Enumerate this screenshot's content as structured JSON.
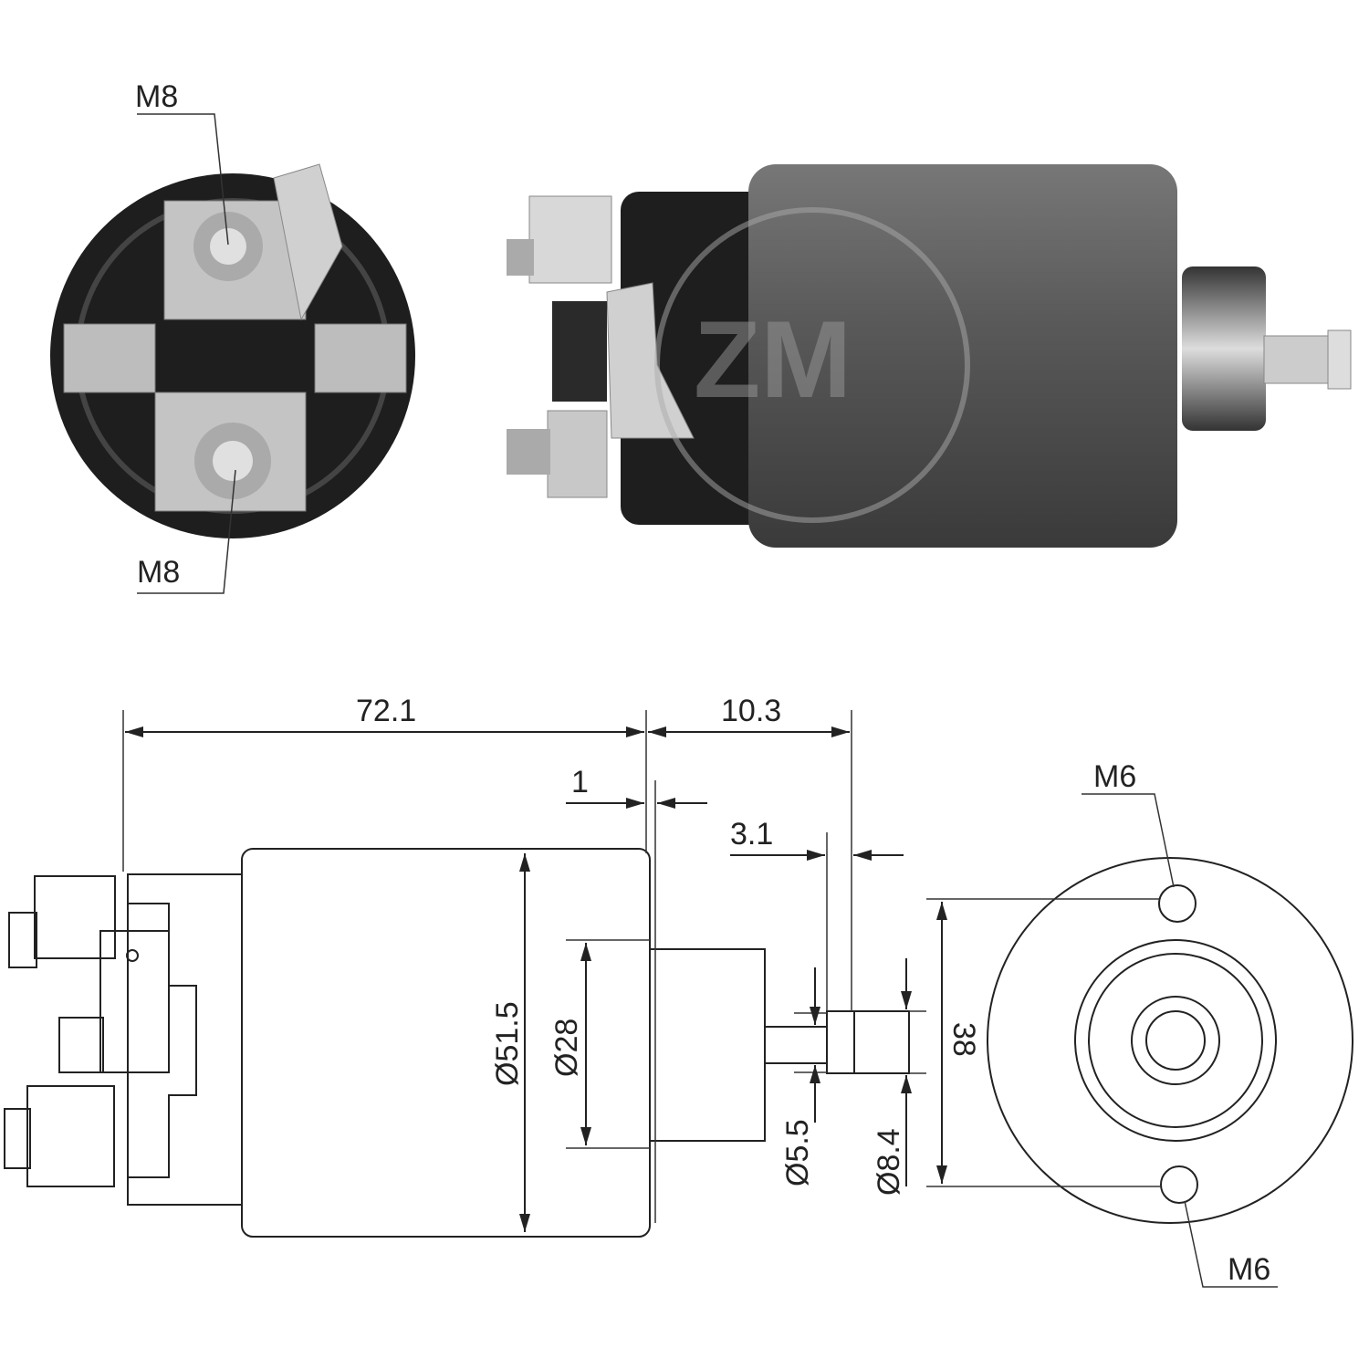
{
  "top_end_view": {
    "label_top": "M8",
    "label_bottom": "M8"
  },
  "watermark": "ZM",
  "dimensions": {
    "overall_length": "72.1",
    "plunger_length": "10.3",
    "gap": "1",
    "shaft_step": "3.1",
    "body_diameter": "Ø51.5",
    "plunger_diameter": "Ø28",
    "shaft_diameter": "Ø5.5",
    "tip_diameter": "Ø8.4",
    "hole_spacing": "38",
    "hole_top": "M6",
    "hole_bottom": "M6"
  },
  "colors": {
    "line": "#222222",
    "body_dark": "#555555",
    "cap_dark": "#222222",
    "metal": "#c8c8c8"
  }
}
